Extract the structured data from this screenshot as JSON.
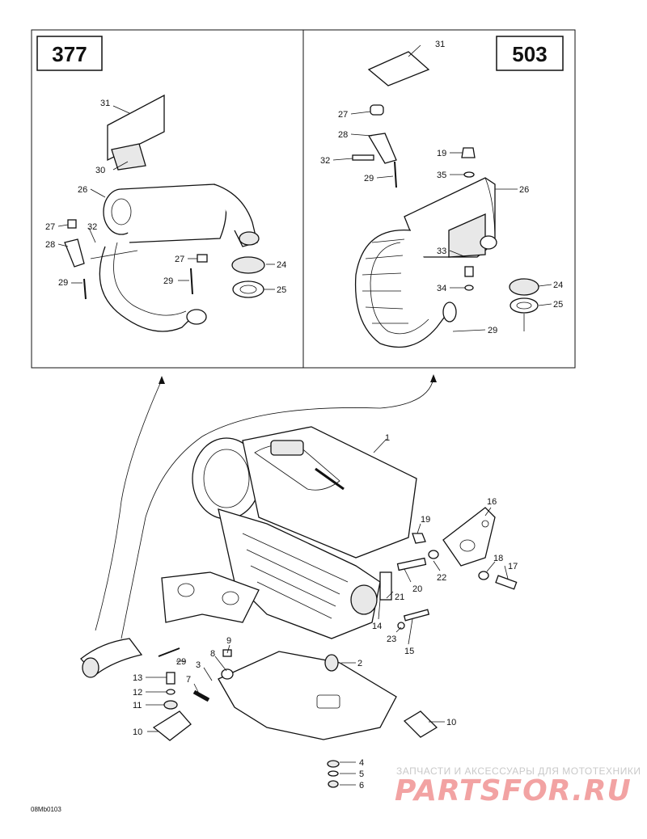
{
  "panels": {
    "left_badge": "377",
    "right_badge": "503"
  },
  "callouts": {
    "left": [
      "31",
      "30",
      "26",
      "27",
      "32",
      "28",
      "29",
      "27",
      "29",
      "24",
      "25"
    ],
    "right": [
      "31",
      "27",
      "28",
      "32",
      "29",
      "19",
      "35",
      "26",
      "33",
      "34",
      "24",
      "25",
      "29"
    ],
    "main": [
      "1",
      "16",
      "19",
      "22",
      "18",
      "17",
      "20",
      "21",
      "14",
      "23",
      "15",
      "2",
      "29",
      "9",
      "8",
      "3",
      "7",
      "13",
      "12",
      "11",
      "10",
      "10",
      "4",
      "5",
      "6"
    ]
  },
  "footer": {
    "diagram_code": "08Mb0103"
  },
  "watermark": {
    "tagline": "ЗАПЧАСТИ И АКСЕССУАРЫ ДЛЯ МОТОТЕХНИКИ",
    "logo": "PARTSFOR.RU",
    "color": "#f2a3a3"
  }
}
